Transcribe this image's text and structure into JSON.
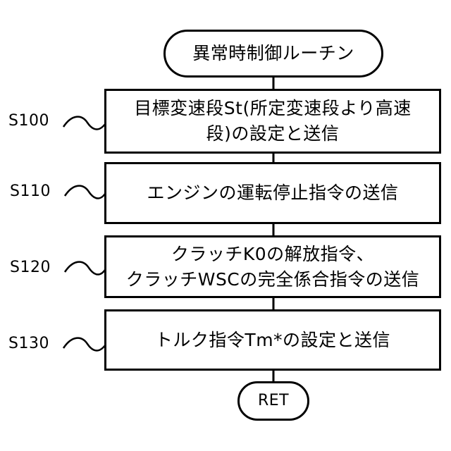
{
  "flowchart": {
    "start": {
      "label": "異常時制御ルーチン"
    },
    "steps": [
      {
        "id": "S100",
        "lines": [
          "目標変速段St(所定変速段より高速",
          "段)の設定と送信"
        ]
      },
      {
        "id": "S110",
        "lines": [
          "エンジンの運転停止指令の送信"
        ]
      },
      {
        "id": "S120",
        "lines": [
          "クラッチK0の解放指令、",
          "クラッチWSCの完全係合指令の送信"
        ]
      },
      {
        "id": "S130",
        "lines": [
          "トルク指令Tm*の設定と送信"
        ]
      }
    ],
    "end": {
      "label": "RET"
    }
  }
}
